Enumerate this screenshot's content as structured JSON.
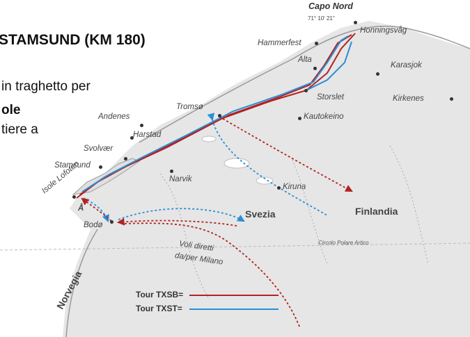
{
  "document": {
    "title": "STAMSUND (KM 180)",
    "line1": "in traghetto per",
    "line2": "ole",
    "line3": "tiere a"
  },
  "map": {
    "places": {
      "capo_nord": "Capo Nord",
      "capo_nord_coords": "71° 10' 21\"",
      "honningsvag": "Honningsvåg",
      "hammerfest": "Hammerfest",
      "alta": "Alta",
      "karasjok": "Karasjok",
      "kirkenes": "Kirkenes",
      "storslet": "Storslet",
      "kautokeino": "Kautokeino",
      "tromso": "Tromsø",
      "andenes": "Andenes",
      "harstad": "Harstad",
      "svolvaer": "Svolvær",
      "stamsund": "Stamsund",
      "narvik": "Narvik",
      "kiruna": "Kiruna",
      "isole_lofoten": "Isole Lofoten",
      "a": "Å",
      "bodo": "Bodø"
    },
    "countries": {
      "svezia": "Svezia",
      "finlandia": "Finlandia",
      "norvegia": "Norvegia"
    },
    "annotations": {
      "circolo_polare": "Circolo Polare Artico",
      "voli_line1": "Voli diretti",
      "voli_line2": "da/per Milano"
    },
    "colors": {
      "tour_txsb": "#b22222",
      "tour_txst": "#2a8fd6",
      "land": "#e6e6e6",
      "sea": "#ffffff"
    }
  },
  "legend": {
    "items": [
      {
        "label": "Tour TXSB="
      },
      {
        "label": "Tour TXST="
      }
    ]
  }
}
